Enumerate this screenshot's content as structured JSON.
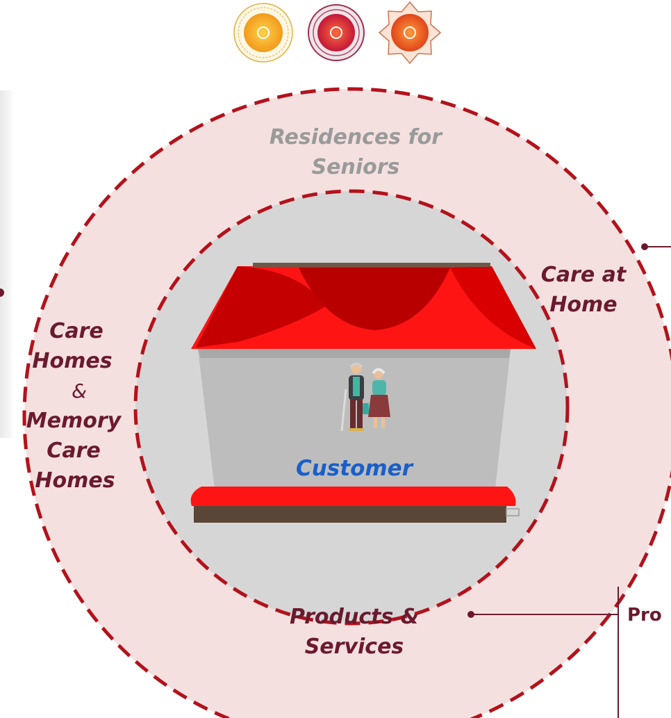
{
  "labels": {
    "residences": [
      "Residences for",
      "Seniors"
    ],
    "care_home": [
      "Care at",
      "Home"
    ],
    "care_homes": {
      "line1": "Care",
      "line2": "Homes",
      "ampersand": "&",
      "line3": "Memory",
      "line4": "Care",
      "line5": "Homes"
    },
    "customer": "Customer",
    "products": [
      "Products &",
      "Services"
    ],
    "products_callout": "Pro"
  },
  "colors": {
    "outer_ring_fill": "#f5e0e0",
    "inner_circle_fill": "#d6d6d6",
    "dash_stroke": "#b3121b",
    "roof_red": "#ff1414",
    "roof_dark": "#c40000",
    "house_wall": "#bdbdbd",
    "base_brown": "#5a4636",
    "label_maroon": "#6b1a2e",
    "label_gray": "#9a9a9a",
    "customer_blue": "#1a5fc8"
  },
  "icons": [
    "mandala-icon-gold",
    "mandala-icon-crimson",
    "mandala-icon-orange",
    "elderly-couple-icon"
  ]
}
